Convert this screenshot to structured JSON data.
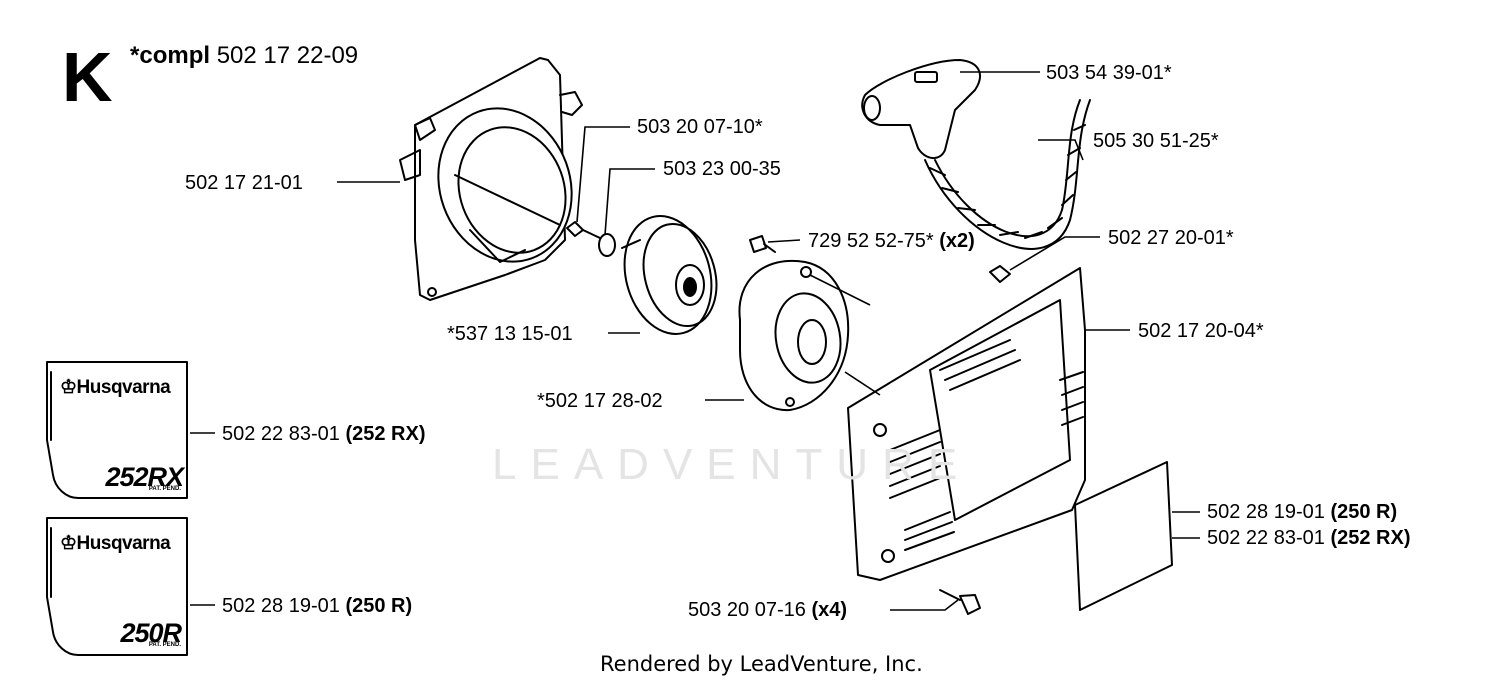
{
  "section": {
    "letter": "K",
    "compl_prefix": "*compl",
    "compl_number": "502 17 22-09"
  },
  "labels": [
    {
      "id": "fan-housing",
      "text": "502 17 21-01",
      "extra": ""
    },
    {
      "id": "screw-1",
      "text": "503 20 07-10*",
      "extra": ""
    },
    {
      "id": "washer",
      "text": "503 23 00-35",
      "extra": ""
    },
    {
      "id": "starter-handle",
      "text": "503 54 39-01*",
      "extra": ""
    },
    {
      "id": "starter-cord",
      "text": "505 30 51-25*",
      "extra": ""
    },
    {
      "id": "screw-2",
      "text": "729 52 52-75*",
      "extra": "(x2)"
    },
    {
      "id": "nut",
      "text": "502 27 20-01*",
      "extra": ""
    },
    {
      "id": "pulley",
      "text": "*537 13 15-01",
      "extra": ""
    },
    {
      "id": "starter-cover",
      "text": "502 17 20-04*",
      "extra": ""
    },
    {
      "id": "pawl-housing",
      "text": "*502 17 28-02",
      "extra": ""
    },
    {
      "id": "decal-252",
      "text": "502 22 83-01",
      "extra": "(252 RX)"
    },
    {
      "id": "decal-small-250",
      "text": "502 28 19-01",
      "extra": "(250 R)"
    },
    {
      "id": "decal-small-252",
      "text": "502 22 83-01",
      "extra": "(252 RX)"
    },
    {
      "id": "screw-3",
      "text": "503 20 07-16",
      "extra": "(x4)"
    },
    {
      "id": "decal-250",
      "text": "502 28 19-01",
      "extra": "(250 R)"
    }
  ],
  "decals": [
    {
      "brand": "Husqvarna",
      "model": "252RX",
      "patent": "PAT. PEND."
    },
    {
      "brand": "Husqvarna",
      "model": "250R",
      "patent": "PAT. PEND."
    }
  ],
  "watermark": "LEADVENTURE",
  "footer": "Rendered by LeadVenture, Inc."
}
